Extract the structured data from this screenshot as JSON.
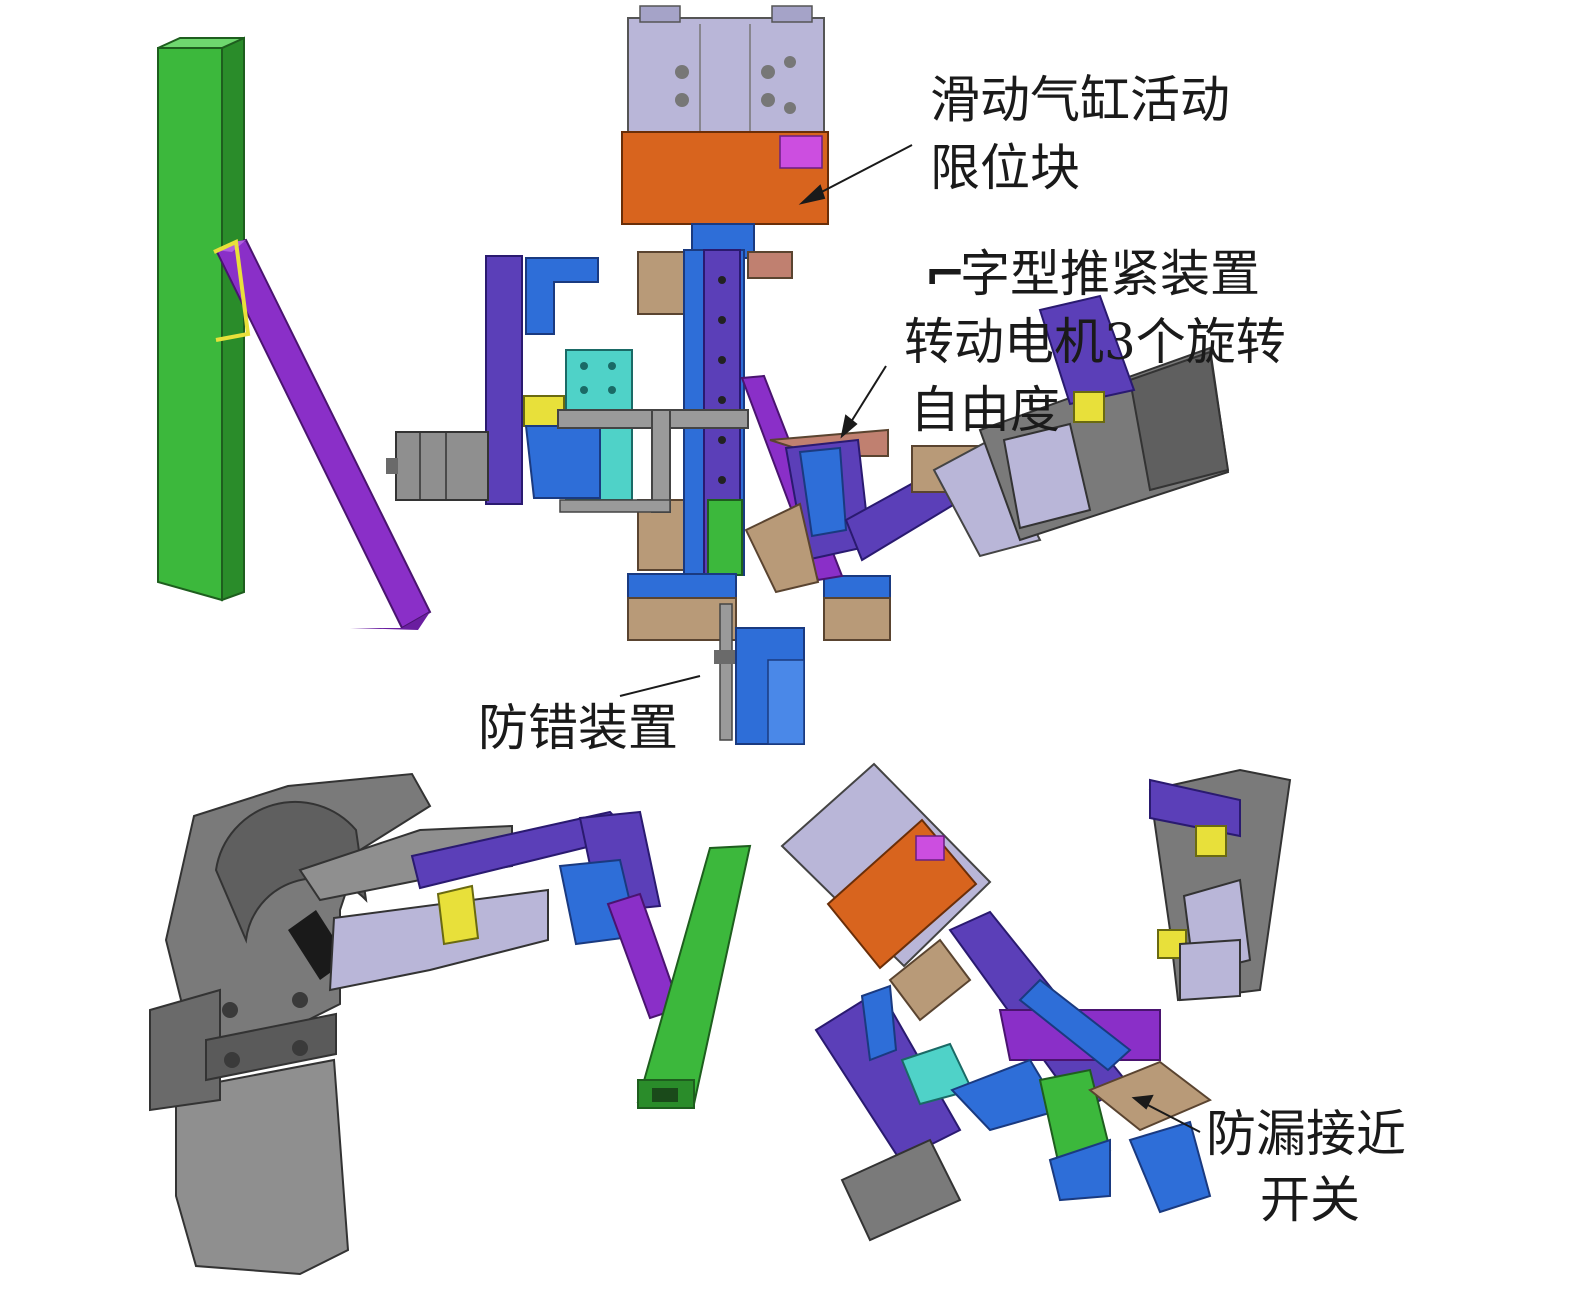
{
  "labels": {
    "slide_cylinder_stop": {
      "line1": "滑动气缸活动",
      "line2": "限位块"
    },
    "push_device": {
      "glyph": "⌐",
      "text": "字型推紧装置"
    },
    "rotary_motor": {
      "line1": "转动电机3个旋转",
      "line2": "自由度"
    },
    "anti_error": "防错装置",
    "anti_leak_switch": {
      "line1": "防漏接近",
      "line2": "开关"
    }
  },
  "colors": {
    "green": "#3cb83c",
    "purple": "#8a2fc8",
    "violet": "#5b3fb8",
    "blue": "#2e6ed8",
    "orange": "#d8641e",
    "lavender": "#b9b6d8",
    "tan": "#b89a78",
    "cyan": "#4fd2c8",
    "gray": "#8f8f8f",
    "dark_gray": "#5f5f5f",
    "yellow": "#e8e03a",
    "pink": "#cc4ee0"
  }
}
